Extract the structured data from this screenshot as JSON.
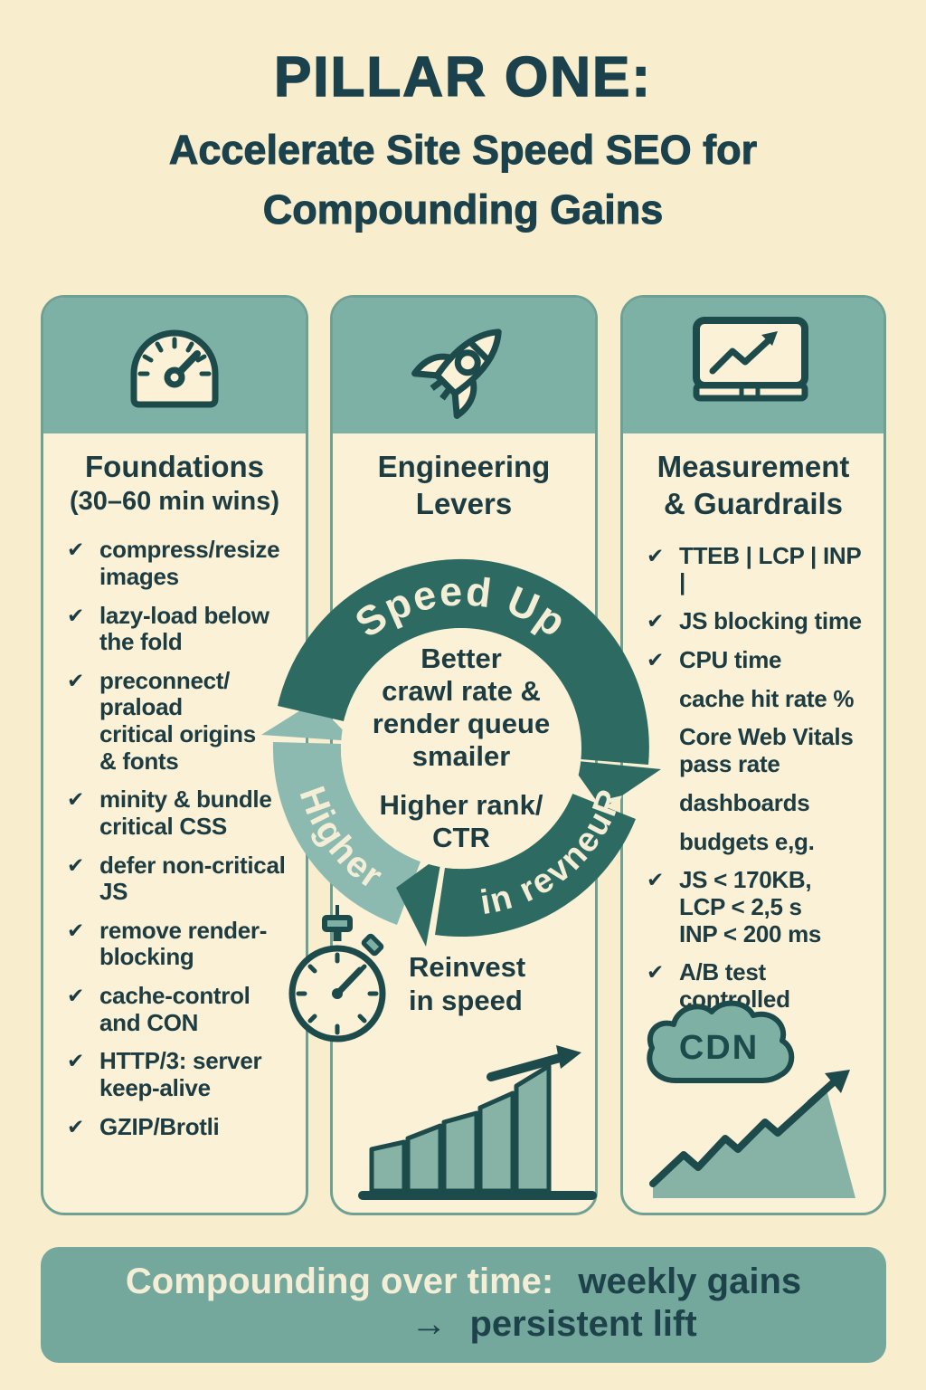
{
  "glyphs": {
    "check": "✔",
    "arrow": "→"
  },
  "title": {
    "kicker": "PILLAR ONE:",
    "line1": "Accelerate Site Speed SEO for",
    "line2": "Compounding Gains"
  },
  "colors": {
    "background_cream": "#f8edcc",
    "card_cream": "#faf1d7",
    "header_teal": "#7eb1a6",
    "banner_teal": "#74a89d",
    "dark_arc_teal": "#2d6b62",
    "light_arc_teal": "#8cbab0",
    "text_dark_teal": "#1d3c42",
    "border_teal": "#6fa094"
  },
  "columns": [
    {
      "icon": "speedometer",
      "title": "Foundations",
      "subtitle": "(30–60 min wins)",
      "items": [
        {
          "check": true,
          "text": "compress/resize\nimages"
        },
        {
          "check": true,
          "text": "lazy-load below\nthe fold"
        },
        {
          "check": true,
          "text": "preconnect/\npraload\ncritical origins\n& fonts"
        },
        {
          "check": true,
          "text": "minity & bundle\ncritical CSS"
        },
        {
          "check": true,
          "text": "defer non-critical\nJS"
        },
        {
          "check": true,
          "text": "remove render-\nblocking"
        },
        {
          "check": true,
          "text": "cache-control\nand CON"
        },
        {
          "check": true,
          "text": "HTTP/3: server\nkeep-alive"
        },
        {
          "check": true,
          "text": "GZIP/Brotli"
        }
      ]
    },
    {
      "icon": "rocket",
      "title": "Engineering\nLevers",
      "items": []
    },
    {
      "icon": "monitor-chart",
      "title": "Measurement\n& Guardrails",
      "items": [
        {
          "check": true,
          "text": "TTEB | LCP | INP |"
        },
        {
          "check": true,
          "text": "JS blocking time"
        },
        {
          "check": true,
          "text": "CPU time"
        },
        {
          "check": false,
          "text": "cache hit rate %"
        },
        {
          "check": false,
          "text": "Core Web Vitals\npass rate"
        },
        {
          "check": false,
          "text": "dashboards"
        },
        {
          "check": false,
          "text": "budgets e,g."
        },
        {
          "check": true,
          "text": "JS < 170KB,\nLCP < 2,5 s\nINP < 200 ms"
        },
        {
          "check": true,
          "text": "A/B test controlled"
        }
      ]
    }
  ],
  "cycle": {
    "arc_top": "Speed Up",
    "arc_left": "Higher",
    "arc_right": "in revneuR",
    "center_top": "Better\ncrawl rate &\nrender queue\nsmailer",
    "center_bottom": "Higher rank/\nCTR",
    "reinvest": "Reinvest\nin speed"
  },
  "cdn": {
    "label": "CDN"
  },
  "banner": {
    "intro": "Compounding over time:",
    "gain": "weekly gains",
    "lift": "persistent lift"
  }
}
